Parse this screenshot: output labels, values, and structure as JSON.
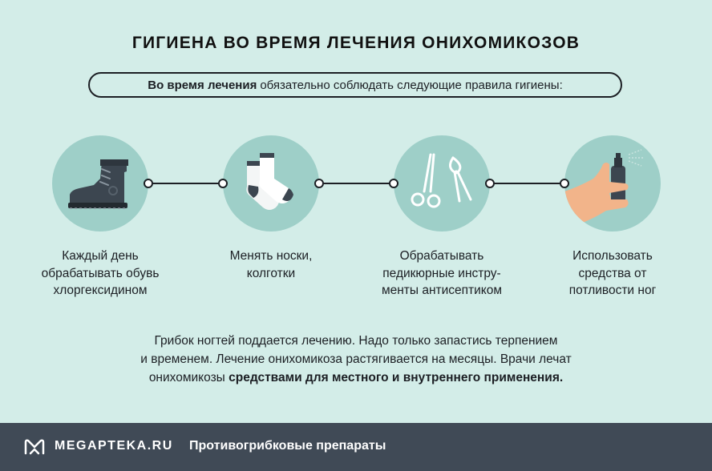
{
  "title": "ГИГИЕНА ВО ВРЕМЯ ЛЕЧЕНИЯ ОНИХОМИКОЗОВ",
  "intro": {
    "bold": "Во время лечения",
    "rest": "обязательно соблюдать следующие правила гигиены:"
  },
  "steps": [
    {
      "icon": "boot-icon",
      "lines": [
        "Каждый день",
        "обрабатывать обувь",
        "хлоргексидином"
      ]
    },
    {
      "icon": "socks-icon",
      "lines": [
        "Менять носки,",
        "колготки"
      ]
    },
    {
      "icon": "scissors-nippers-icon",
      "lines": [
        "Обрабатывать",
        "педикюрные инстру-",
        "менты антисептиком"
      ]
    },
    {
      "icon": "spray-hand-icon",
      "lines": [
        "Использовать",
        "средства от",
        "потливости ног"
      ]
    }
  ],
  "body": {
    "line1": "Грибок ногтей поддается лечению. Надо только запастись терпением",
    "line2": "и временем. Лечение онихомикоза растягивается на месяцы. Врачи лечат",
    "line3_plain": "онихомикозы",
    "line3_bold": "средствами для местного и внутреннего применения."
  },
  "footer": {
    "brand": "MEGAPTEKA.RU",
    "section": "Противогрибковые препараты"
  },
  "colors": {
    "background": "#d3ede8",
    "circle": "#9ecfc8",
    "footer": "#404a56",
    "text": "#1c1f24"
  }
}
